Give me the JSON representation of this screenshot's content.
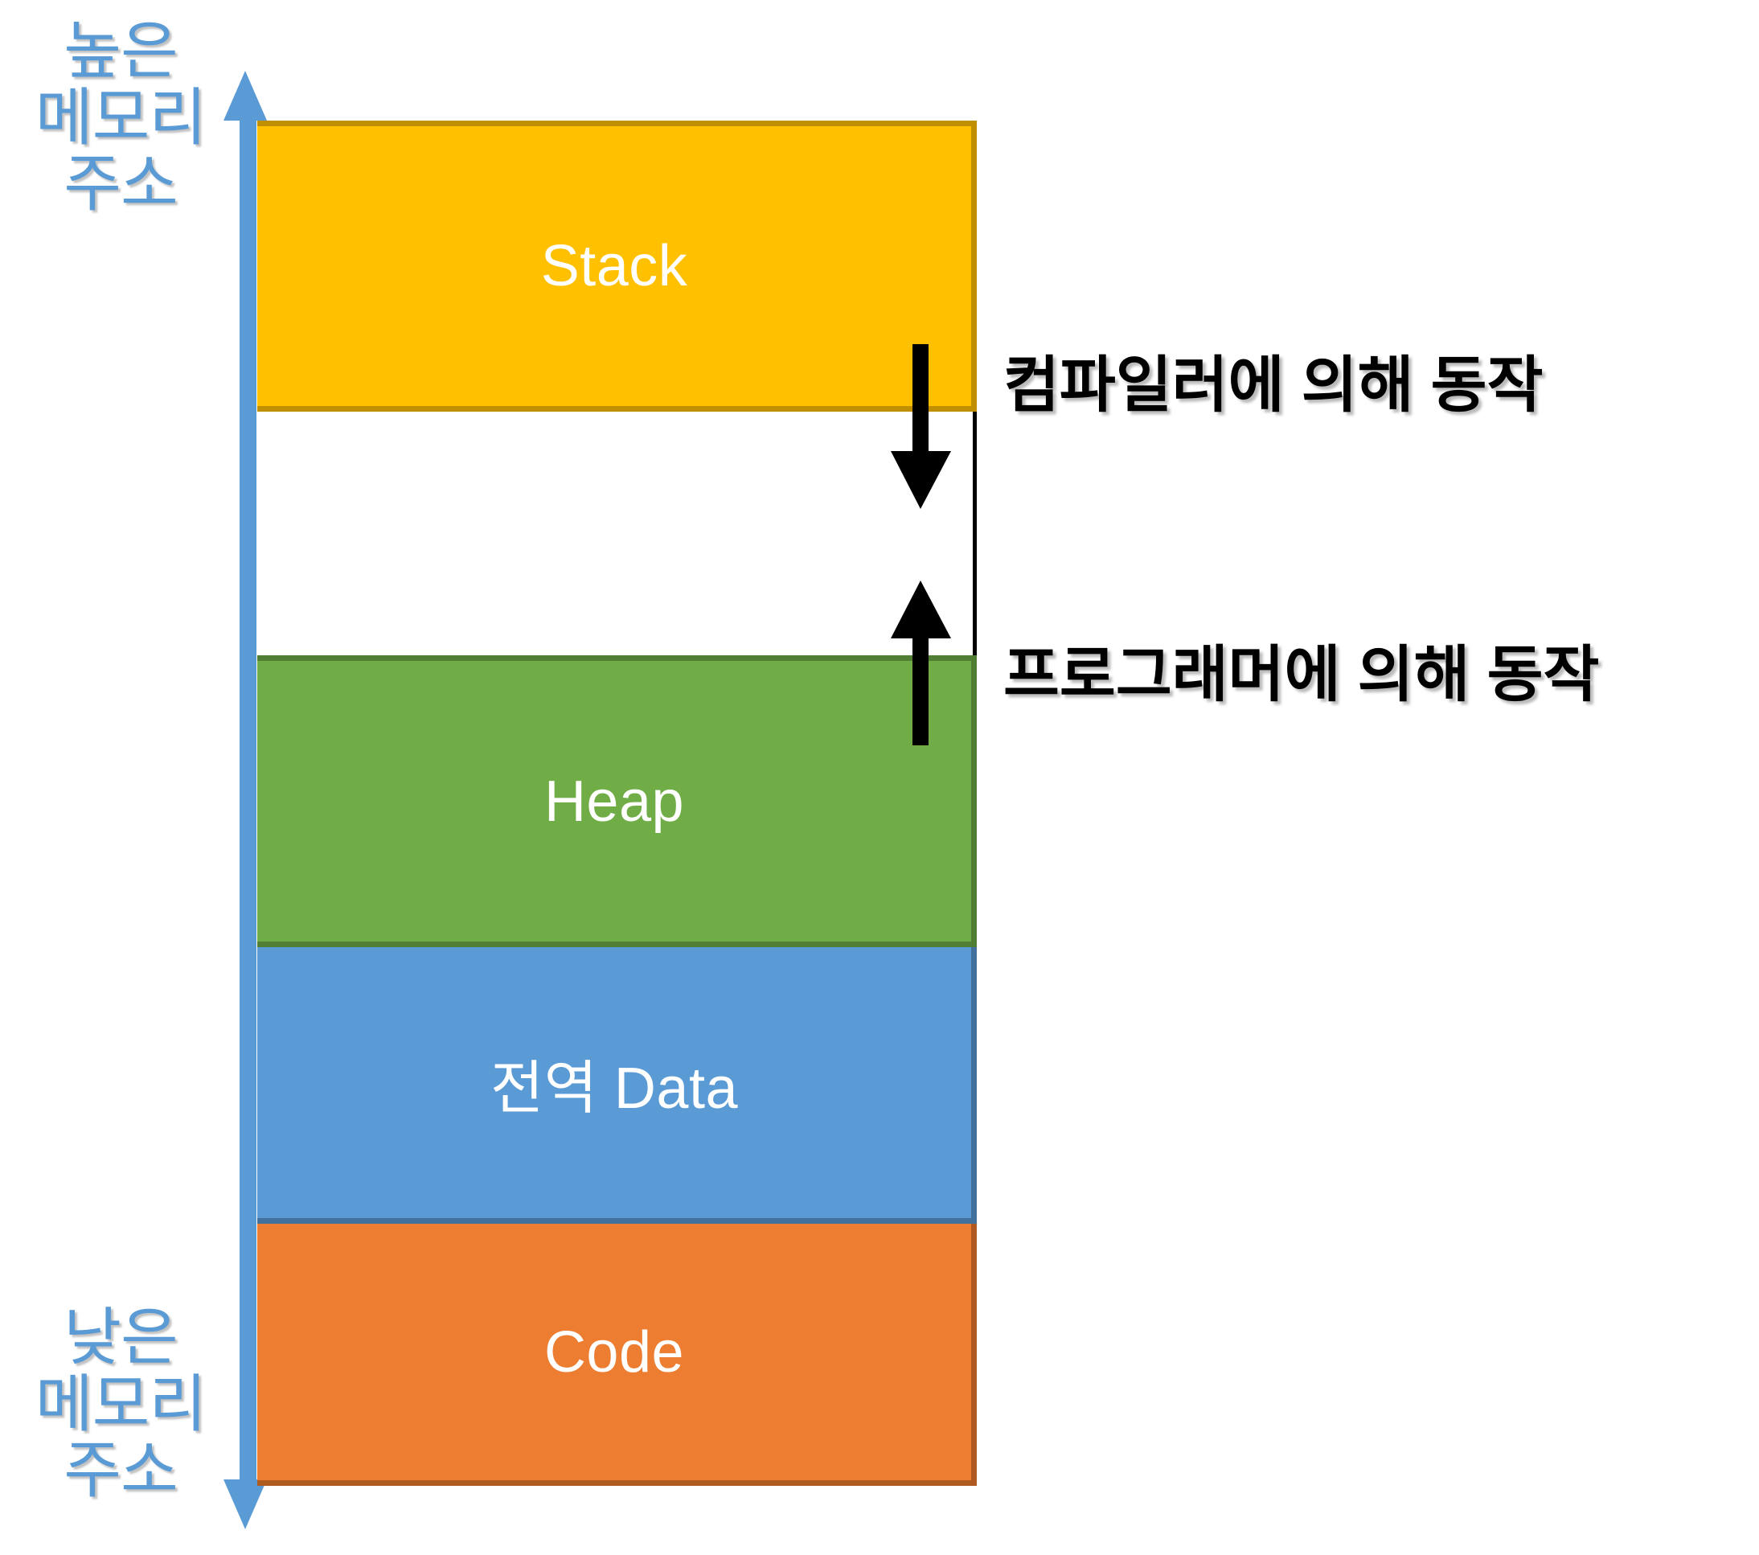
{
  "diagram": {
    "title_axis": {
      "high_address_label": "높은\n메모리\n주소",
      "low_address_label": "낮은\n메모리\n주소"
    },
    "segments": [
      {
        "name": "stack",
        "label": "Stack",
        "color": "#FFC000",
        "border": "#BF8F00"
      },
      {
        "name": "gap",
        "label": "",
        "color": "#FFFFFF",
        "border": "#000000"
      },
      {
        "name": "heap",
        "label": "Heap",
        "color": "#70AD47",
        "border": "#507E32"
      },
      {
        "name": "data",
        "label": "전역 Data",
        "color": "#5B9BD5",
        "border": "#41719C"
      },
      {
        "name": "code",
        "label": "Code",
        "color": "#ED7D31",
        "border": "#AE5A21"
      }
    ],
    "annotations": [
      {
        "name": "compiler",
        "text": "컴파일러에 의해 동작",
        "arrow": "down-arrow-icon"
      },
      {
        "name": "programmer",
        "text": "프로그래머에 의해 동작",
        "arrow": "up-arrow-icon"
      }
    ],
    "colors": {
      "axis_arrow": "#5B9BD5",
      "label_text": "#5B9BD5",
      "annotation_text": "#000000",
      "segment_label_text": "#FFFFFF",
      "background": "#FFFFFF"
    }
  }
}
